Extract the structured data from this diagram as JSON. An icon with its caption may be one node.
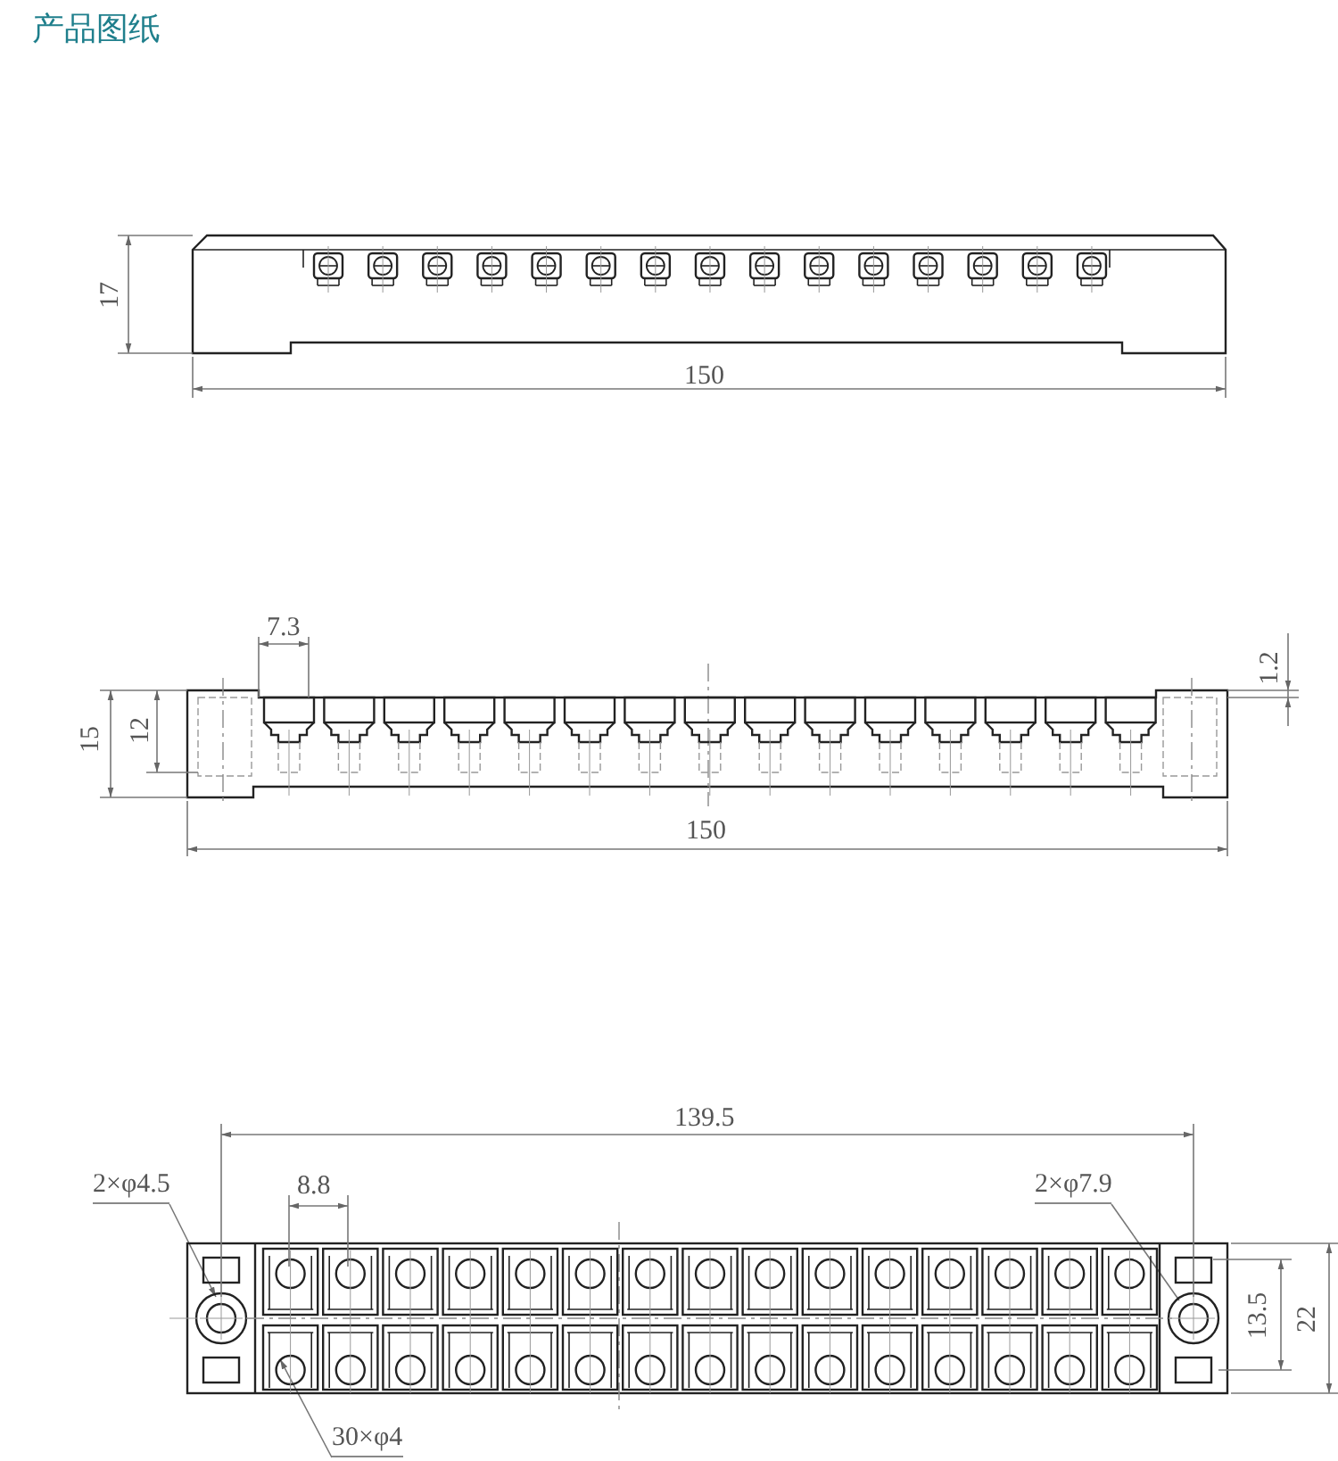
{
  "diagram": {
    "title": "产品图纸",
    "nodes": [
      {
        "text": [
          "2×φ4.5"
        ]
      },
      {
        "text": [
          "2×φ7.9"
        ]
      },
      {
        "text": [
          "30×φ4"
        ]
      }
    ],
    "edges": [
      {
        "from": 0,
        "to": null,
        "arrow": "to"
      },
      {
        "from": 1,
        "to": null,
        "arrow": "none"
      },
      {
        "from": 2,
        "to": null,
        "arrow": "to"
      }
    ],
    "labels": [
      "17",
      "150",
      "7.3",
      "1.2",
      "15",
      "12",
      "150",
      "139.5",
      "8.8",
      "13.5",
      "22"
    ]
  }
}
